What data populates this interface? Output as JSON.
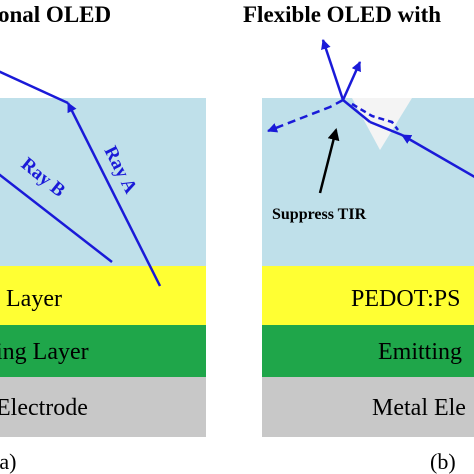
{
  "panel_a": {
    "title": "onal OLED",
    "ray_a_label": "Ray A",
    "ray_b_label": "Ray B",
    "layers": {
      "pedot": "Layer",
      "emitting": "ing Layer",
      "electrode": "Electrode"
    },
    "letter": "(a)"
  },
  "panel_b": {
    "title": "Flexible OLED with",
    "annotation": "Suppress TIR",
    "layers": {
      "pedot": "PEDOT:PS",
      "emitting": "Emitting",
      "electrode": "Metal Ele"
    },
    "letter": "(b)"
  },
  "colors": {
    "substrate": "#bfe0ea",
    "pedot": "#ffff33",
    "emitting": "#1fa64a",
    "electrode": "#c8c8c8",
    "ray": "#1a1ad8",
    "notch": "#f4f4f4",
    "arrow": "#000000"
  }
}
